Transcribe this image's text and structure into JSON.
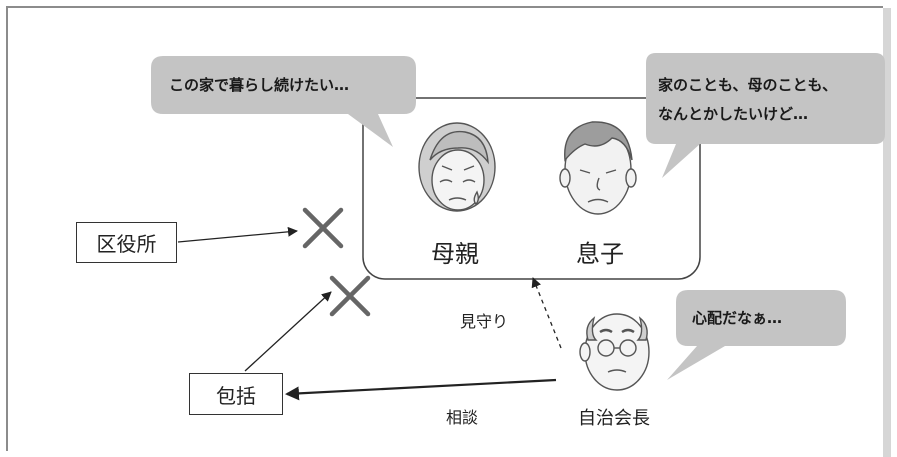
{
  "bubbles": {
    "mother": "この家で暮らし続けたい…",
    "son_line1": "家のことも、母のことも、",
    "son_line2": "なんとかしたいけど…",
    "chairman": "心配だなぁ…"
  },
  "labels": {
    "mother": "母親",
    "son": "息子",
    "chairman": "自治会長",
    "watch": "見守り",
    "consult": "相談"
  },
  "boxes": {
    "ward_office": "区役所",
    "comprehensive": "包括"
  },
  "colors": {
    "bubble_fill": "#c4c4c4",
    "stroke": "#333333",
    "cross": "#666666"
  }
}
